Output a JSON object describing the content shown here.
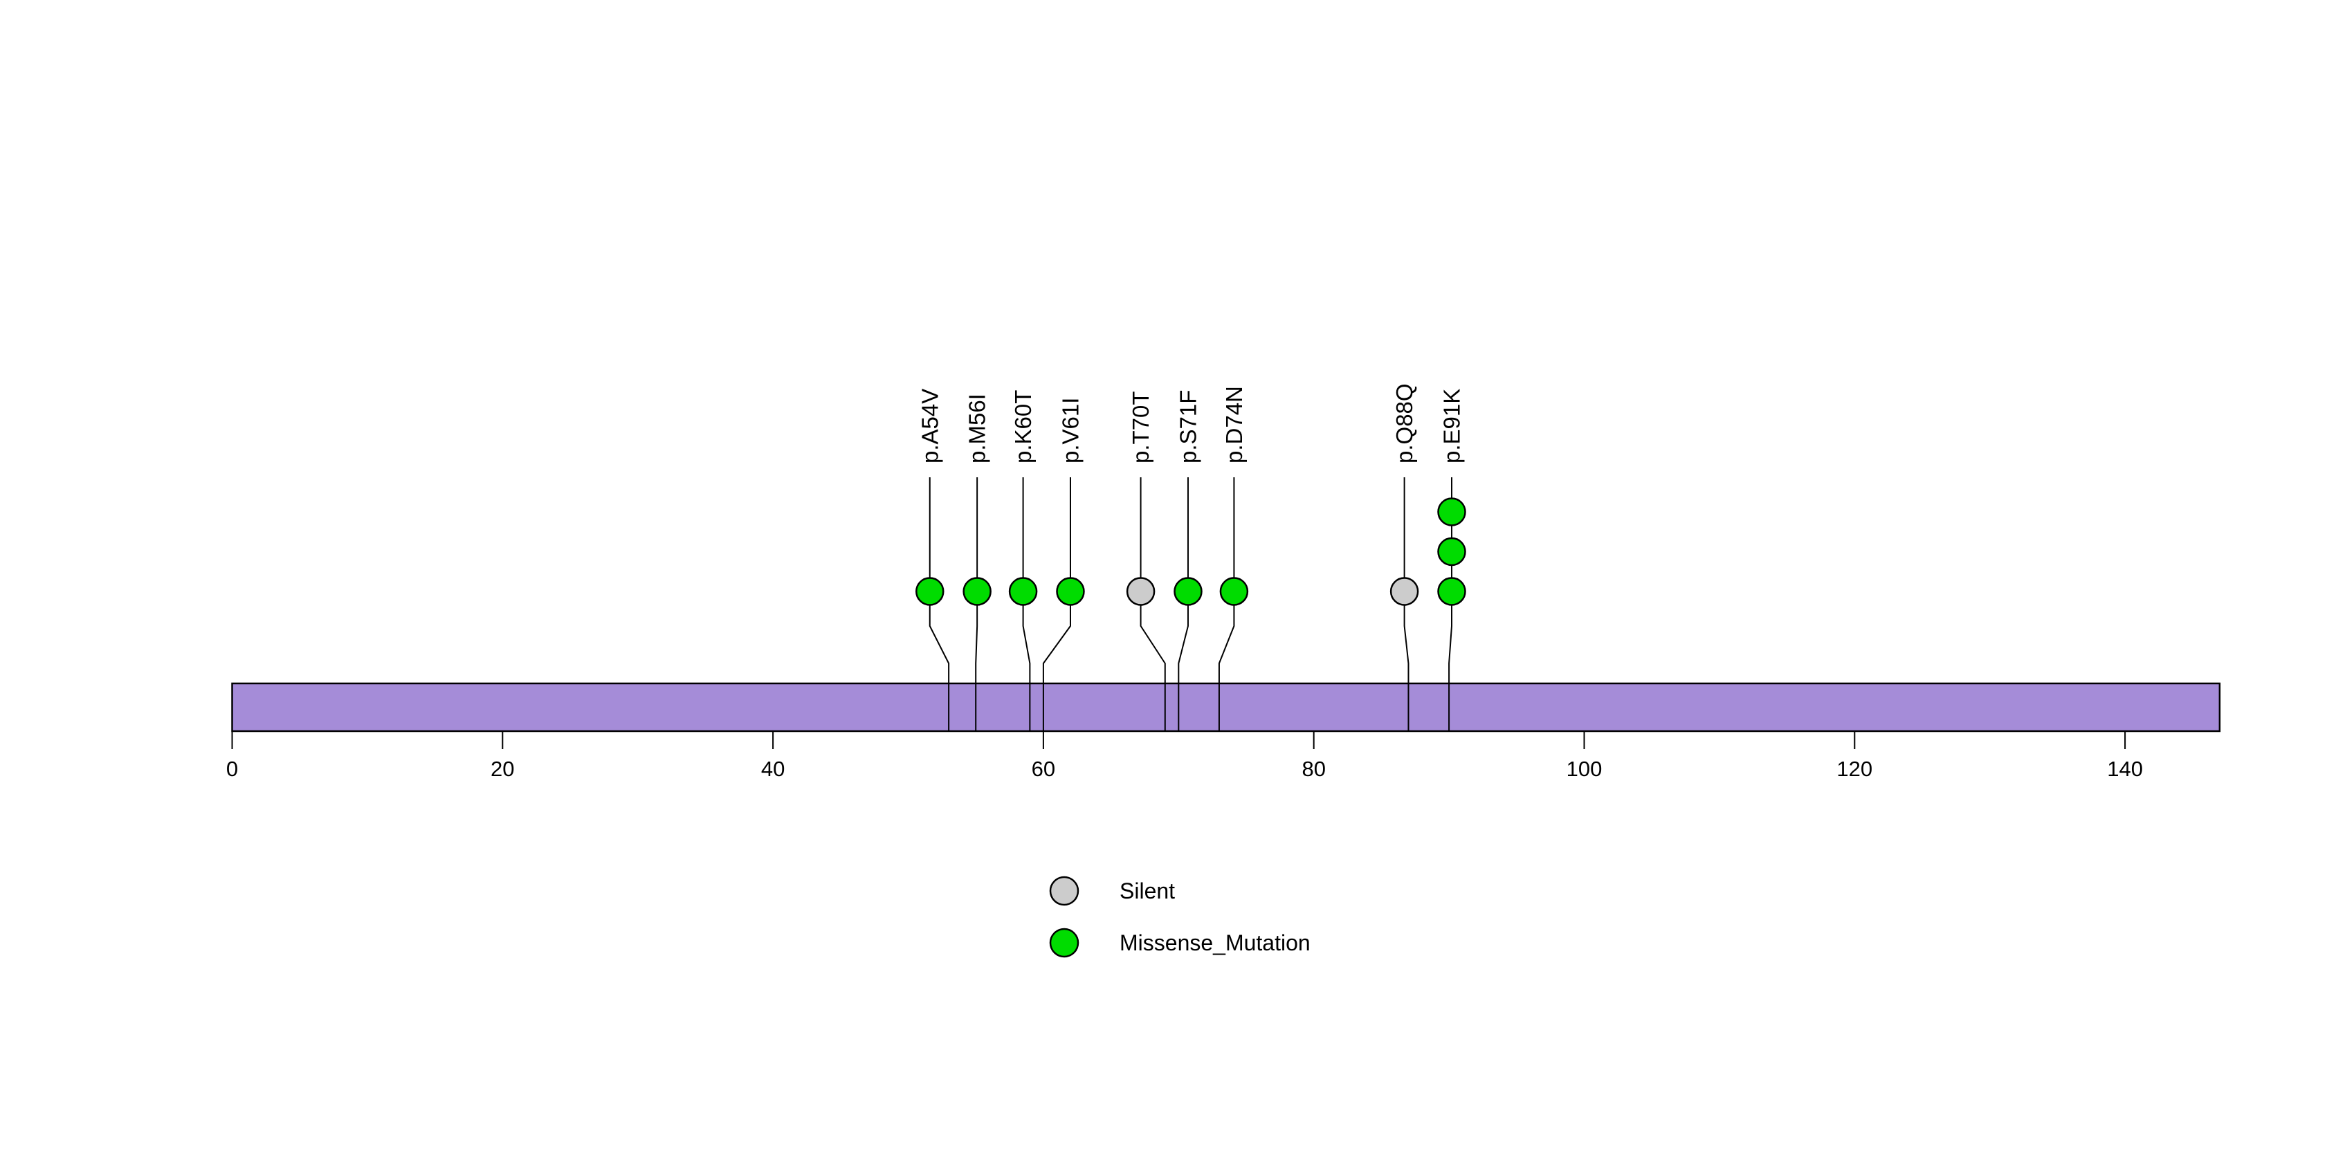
{
  "chart_data": {
    "type": "lollipop",
    "title": "",
    "xlabel": "",
    "ylabel": "",
    "xlim": [
      0,
      147
    ],
    "x_ticks": [
      0,
      20,
      40,
      60,
      80,
      100,
      120,
      140
    ],
    "grid": false,
    "legend_position": "bottom",
    "protein_bar": {
      "start": 0,
      "end": 147,
      "fill_color": "#A58CD8",
      "border_color": "#000000"
    },
    "mutation_types": {
      "Silent": {
        "color": "#CCCCCC"
      },
      "Missense_Mutation": {
        "color": "#00DC00"
      }
    },
    "mutations": [
      {
        "label": "p.A54V",
        "position": 54,
        "type": "Missense_Mutation",
        "count": 1,
        "display_position": 51.6
      },
      {
        "label": "p.M56I",
        "position": 56,
        "type": "Missense_Mutation",
        "count": 1,
        "display_position": 55.1
      },
      {
        "label": "p.K60T",
        "position": 60,
        "type": "Missense_Mutation",
        "count": 1,
        "display_position": 58.5
      },
      {
        "label": "p.V61I",
        "position": 61,
        "type": "Missense_Mutation",
        "count": 1,
        "display_position": 62.0
      },
      {
        "label": "p.T70T",
        "position": 70,
        "type": "Silent",
        "count": 1,
        "display_position": 67.2
      },
      {
        "label": "p.S71F",
        "position": 71,
        "type": "Missense_Mutation",
        "count": 1,
        "display_position": 70.7
      },
      {
        "label": "p.D74N",
        "position": 74,
        "type": "Missense_Mutation",
        "count": 1,
        "display_position": 74.1
      },
      {
        "label": "p.Q88Q",
        "position": 88,
        "type": "Silent",
        "count": 1,
        "display_position": 86.7
      },
      {
        "label": "p.E91K",
        "position": 91,
        "type": "Missense_Mutation",
        "count": 3,
        "display_position": 90.2
      }
    ],
    "legend": {
      "items": [
        {
          "label": "Silent",
          "type": "Silent"
        },
        {
          "label": "Missense_Mutation",
          "type": "Missense_Mutation"
        }
      ]
    },
    "colors": {
      "stem": "#000000",
      "axis": "#000000",
      "background": "#FFFFFF"
    }
  }
}
